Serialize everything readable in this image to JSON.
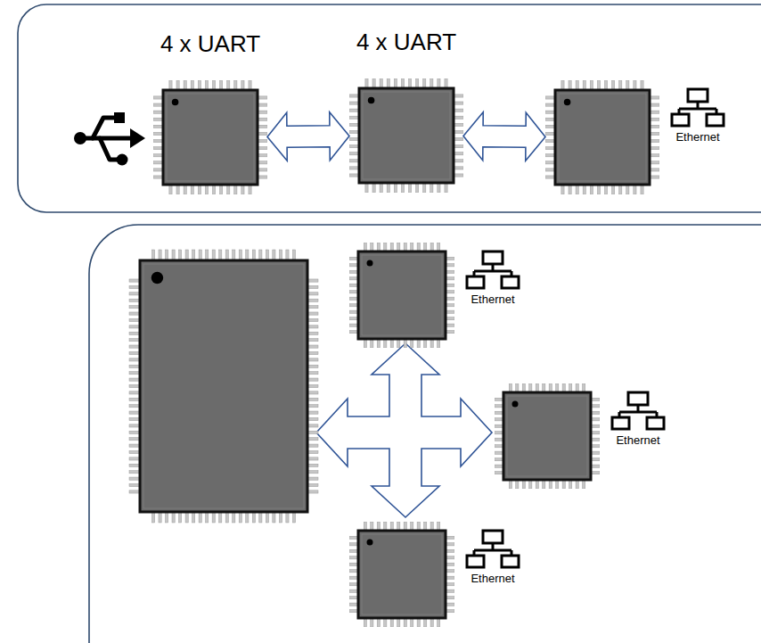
{
  "diagram": {
    "nodes": [
      {
        "text": [
          "4 x UART"
        ]
      },
      {
        "text": [
          "4 x UART"
        ]
      },
      {
        "text": [
          "Ethernet"
        ]
      },
      {
        "text": [
          "Ethernet"
        ]
      },
      {
        "text": [
          "Ethernet"
        ]
      },
      {
        "text": [
          "Ethernet"
        ]
      }
    ],
    "edges": [
      {
        "from": 0,
        "to": 1,
        "arrow": "both"
      },
      {
        "from": 1,
        "to": 2,
        "arrow": "both"
      }
    ]
  }
}
